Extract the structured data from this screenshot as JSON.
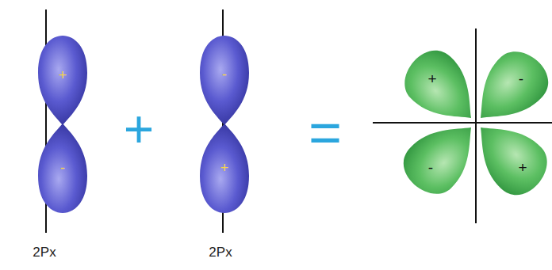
{
  "diagram": {
    "nodes": [
      {
        "text": [
          "+"
        ]
      },
      {
        "text": [
          "-"
        ]
      },
      {
        "text": [
          "-"
        ]
      },
      {
        "text": [
          "+"
        ]
      },
      {
        "text": [
          "+"
        ]
      },
      {
        "text": [
          "-"
        ]
      },
      {
        "text": [
          "-"
        ]
      },
      {
        "text": [
          "+"
        ]
      }
    ],
    "labels": [
      "+",
      "=",
      "2Px",
      "2Px"
    ]
  }
}
